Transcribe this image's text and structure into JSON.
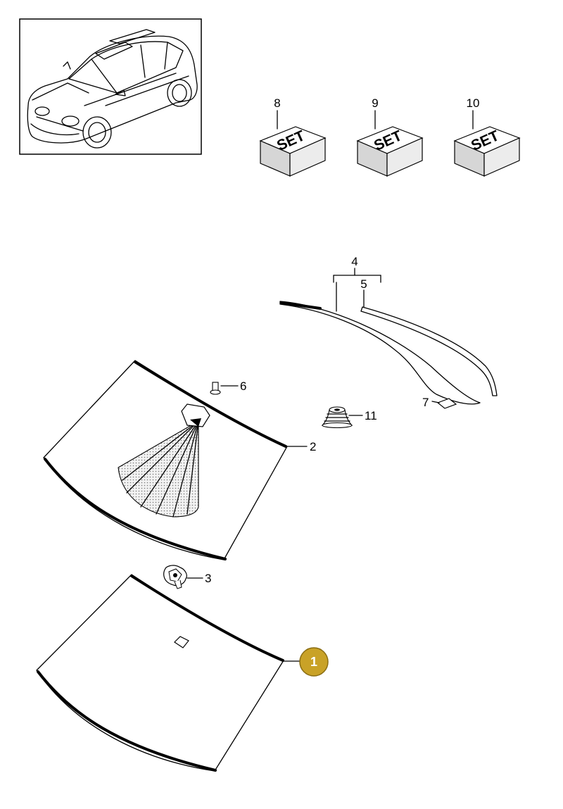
{
  "callouts": {
    "c1": "1",
    "c2": "2",
    "c3": "3",
    "c4": "4",
    "c5": "5",
    "c6": "6",
    "c7": "7",
    "c8": "8",
    "c9": "9",
    "c10": "10",
    "c11": "11"
  },
  "set_label": "SET",
  "highlight": {
    "part": "1",
    "fill": "#c9a227",
    "stroke": "#8a6d12"
  },
  "icons": {
    "thumbnail": "suv-car-icon",
    "set_box": "set-box-icon",
    "bolt": "bolt-icon",
    "clip": "clip-icon",
    "sensor": "sensor-icon",
    "seal": "seal-icon"
  }
}
